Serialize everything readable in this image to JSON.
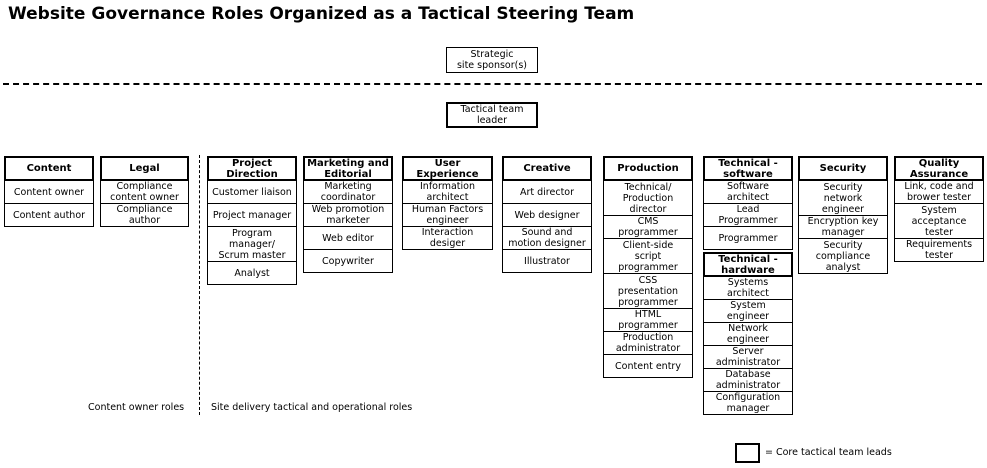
{
  "title": "Website Governance Roles Organized as a Tactical Steering Team",
  "sponsor": "Strategic\nsite sponsor(s)",
  "tactical_leader": "Tactical team\nleader",
  "captions": {
    "left": "Content owner roles",
    "right": "Site delivery tactical and operational roles"
  },
  "legend": "= Core tactical team leads",
  "columns": [
    {
      "key": "content",
      "head": "Content",
      "items": [
        {
          "t": "Content owner",
          "h": 24
        },
        {
          "t": "Content author",
          "h": 24
        }
      ]
    },
    {
      "key": "legal",
      "head": "Legal",
      "items": [
        {
          "t": "Compliance\ncontent owner",
          "h": 24
        },
        {
          "t": "Compliance\nauthor",
          "h": 24
        }
      ]
    },
    {
      "key": "project",
      "head": "Project\nDirection",
      "items": [
        {
          "t": "Customer liaison",
          "h": 24
        },
        {
          "t": "Project manager",
          "h": 24
        },
        {
          "t": "Program\nmanager/\nScrum master",
          "h": 36
        },
        {
          "t": "Analyst",
          "h": 24
        }
      ]
    },
    {
      "key": "marketing",
      "head": "Marketing and\nEditorial",
      "items": [
        {
          "t": "Marketing\ncoordinator",
          "h": 24
        },
        {
          "t": "Web promotion\nmarketer",
          "h": 24
        },
        {
          "t": "Web editor",
          "h": 24
        },
        {
          "t": "Copywriter",
          "h": 24
        }
      ]
    },
    {
      "key": "ux",
      "head": "User\nExperience",
      "items": [
        {
          "t": "Information\narchitect",
          "h": 24
        },
        {
          "t": "Human Factors\nengineer",
          "h": 24
        },
        {
          "t": "Interaction\ndesiger",
          "h": 24
        }
      ]
    },
    {
      "key": "creative",
      "head": "Creative",
      "items": [
        {
          "t": "Art director",
          "h": 24
        },
        {
          "t": "Web designer",
          "h": 24
        },
        {
          "t": "Sound and\nmotion designer",
          "h": 24
        },
        {
          "t": "Illustrator",
          "h": 24
        }
      ]
    },
    {
      "key": "production",
      "head": "Production",
      "items": [
        {
          "t": "Technical/\nProduction\ndirector",
          "h": 36
        },
        {
          "t": "CMS\nprogrammer",
          "h": 24
        },
        {
          "t": "Client-side\nscript\nprogrammer",
          "h": 36
        },
        {
          "t": "CSS\npresentation\nprogrammer",
          "h": 36
        },
        {
          "t": "HTML\nprogrammer",
          "h": 24
        },
        {
          "t": "Production\nadministrator",
          "h": 24
        },
        {
          "t": "Content entry",
          "h": 24
        }
      ]
    },
    {
      "key": "techsoft",
      "head": "Technical -\nsoftware",
      "items": [
        {
          "t": "Software\narchitect",
          "h": 24
        },
        {
          "t": "Lead\nProgrammer",
          "h": 24
        },
        {
          "t": "Programmer",
          "h": 24
        }
      ]
    },
    {
      "key": "techhard",
      "head": "Technical -\nhardware",
      "items": [
        {
          "t": "Systems\narchitect",
          "h": 24
        },
        {
          "t": "System\nengineer",
          "h": 24
        },
        {
          "t": "Network\nengineer",
          "h": 24
        },
        {
          "t": "Server\nadministrator",
          "h": 24
        },
        {
          "t": "Database\nadministrator",
          "h": 24
        },
        {
          "t": "Configuration\nmanager",
          "h": 24
        }
      ]
    },
    {
      "key": "security",
      "head": "Security",
      "items": [
        {
          "t": "Security\nnetwork\nengineer",
          "h": 36
        },
        {
          "t": "Encryption key\nmanager",
          "h": 24
        },
        {
          "t": "Security\ncompliance\nanalyst",
          "h": 36
        }
      ]
    },
    {
      "key": "qa",
      "head": "Quality\nAssurance",
      "items": [
        {
          "t": "Link, code and\nbrower tester",
          "h": 24
        },
        {
          "t": "System\nacceptance\ntester",
          "h": 36
        },
        {
          "t": "Requirements\ntester",
          "h": 24
        }
      ]
    }
  ]
}
